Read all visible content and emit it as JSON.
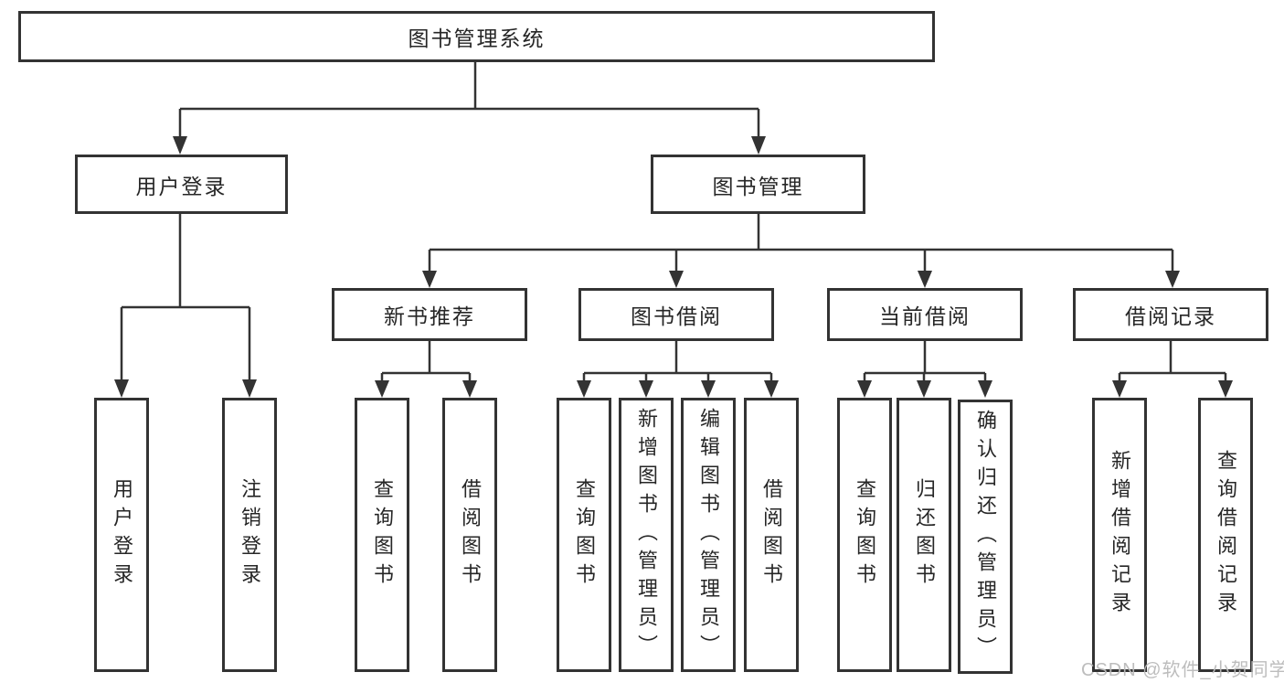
{
  "diagram": {
    "root": {
      "label": "图书管理系统",
      "children": [
        {
          "label": "用户登录",
          "children": [
            {
              "label": "用户登录"
            },
            {
              "label": "注销登录"
            }
          ]
        },
        {
          "label": "图书管理",
          "children": [
            {
              "label": "新书推荐",
              "children": [
                {
                  "label": "查询图书"
                },
                {
                  "label": "借阅图书"
                }
              ]
            },
            {
              "label": "图书借阅",
              "children": [
                {
                  "label": "查询图书"
                },
                {
                  "label": "新增图书（管理员）"
                },
                {
                  "label": "编辑图书（管理员）"
                },
                {
                  "label": "借阅图书"
                }
              ]
            },
            {
              "label": "当前借阅",
              "children": [
                {
                  "label": "查询图书"
                },
                {
                  "label": "归还图书"
                },
                {
                  "label": "确认归还（管理员）"
                }
              ]
            },
            {
              "label": "借阅记录",
              "children": [
                {
                  "label": "新增借阅记录"
                },
                {
                  "label": "查询借阅记录"
                }
              ]
            }
          ]
        }
      ]
    }
  },
  "watermark": {
    "text": "CSDN @软件_小贺同学"
  },
  "colors": {
    "line": "#333333",
    "text": "#262626",
    "background": "#ffffff",
    "watermark": "#b9b9b9"
  }
}
